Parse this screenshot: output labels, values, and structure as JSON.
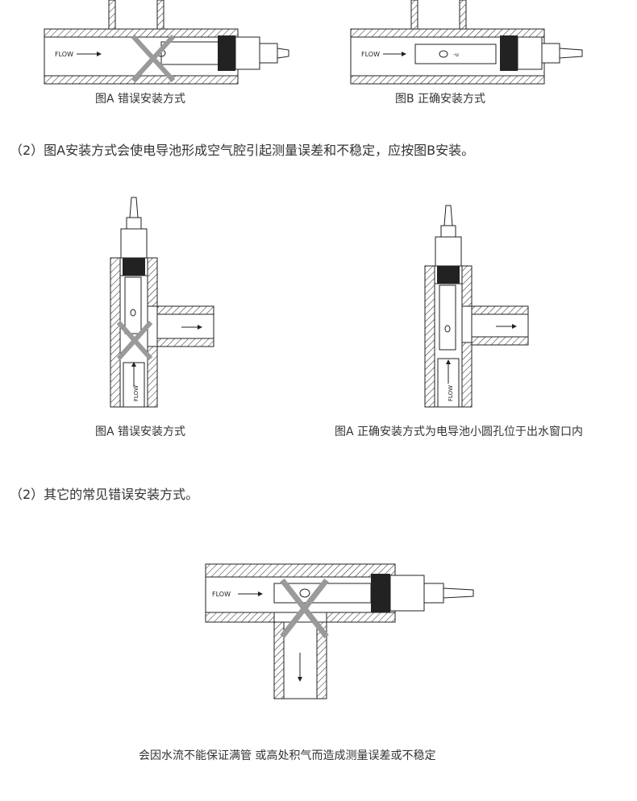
{
  "section1": {
    "captions": {
      "wrong": "图A 错误安装方式",
      "right": "图B 正确安装方式"
    },
    "flow_label_left": "FLOW",
    "flow_label_right": "FLOW",
    "note": "（2）图A安装方式会使电导池形成空气腔引起测量误差和不稳定，应按图B安装。"
  },
  "section2": {
    "captions": {
      "wrong": "图A 错误安装方式",
      "right": "图A 正确安装方式为电导池小圆孔位于出水窗口内"
    },
    "flow_label_left": "FLOW",
    "flow_label_right": "FLOW"
  },
  "section3": {
    "note": "（2）其它的常见错误安装方式。",
    "flow_label": "FLOW",
    "caption": "会因水流不能保证满管 或高处积气而造成测量误差或不稳定"
  },
  "colors": {
    "line": "#222222",
    "cross": "#9a9a9a",
    "text": "#333333"
  }
}
